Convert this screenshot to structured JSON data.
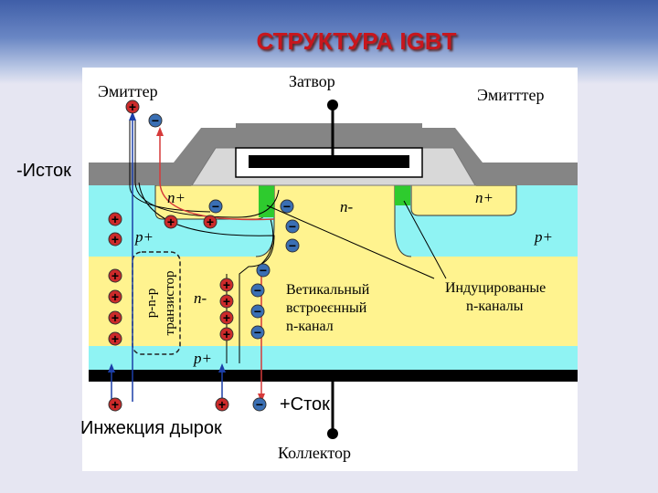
{
  "slide": {
    "title": "СТРУКТУРА IGBT",
    "label_source": "-Исток",
    "label_drain": "+Сток",
    "label_hole_injection": "Инжекция дырок"
  },
  "diagram": {
    "terminal_emitter_left": "Эмиттер",
    "terminal_gate": "Затвор",
    "terminal_emitter_right": "Эмитттер",
    "terminal_collector": "Коллектор",
    "region_n_plus_left": "n+",
    "region_n_minus_top": "n-",
    "region_n_plus_right": "n+",
    "region_p_plus_left": "p+",
    "region_p_plus_right": "p+",
    "region_n_minus_mid": "n-",
    "region_p_plus_bottom": "p+",
    "transistor_label_line1": "р-n-р",
    "transistor_label_line2": "транзистор",
    "vertical_channel_line1": "Ветикальный",
    "vertical_channel_line2": "встроеєнный",
    "vertical_channel_line3": "n-канал",
    "induced_channels_line1": "Индуцированые",
    "induced_channels_line2": "n-каналы",
    "sign_plus": "+",
    "sign_minus": "−"
  },
  "colors": {
    "title": "#c8161d",
    "cyan_region": "#8ff3f3",
    "yellow_region": "#fff38f",
    "green_channel": "#2ecb2e",
    "metal": "#858585",
    "hole": "#cc2a2a",
    "electron": "#3a6fb4"
  }
}
